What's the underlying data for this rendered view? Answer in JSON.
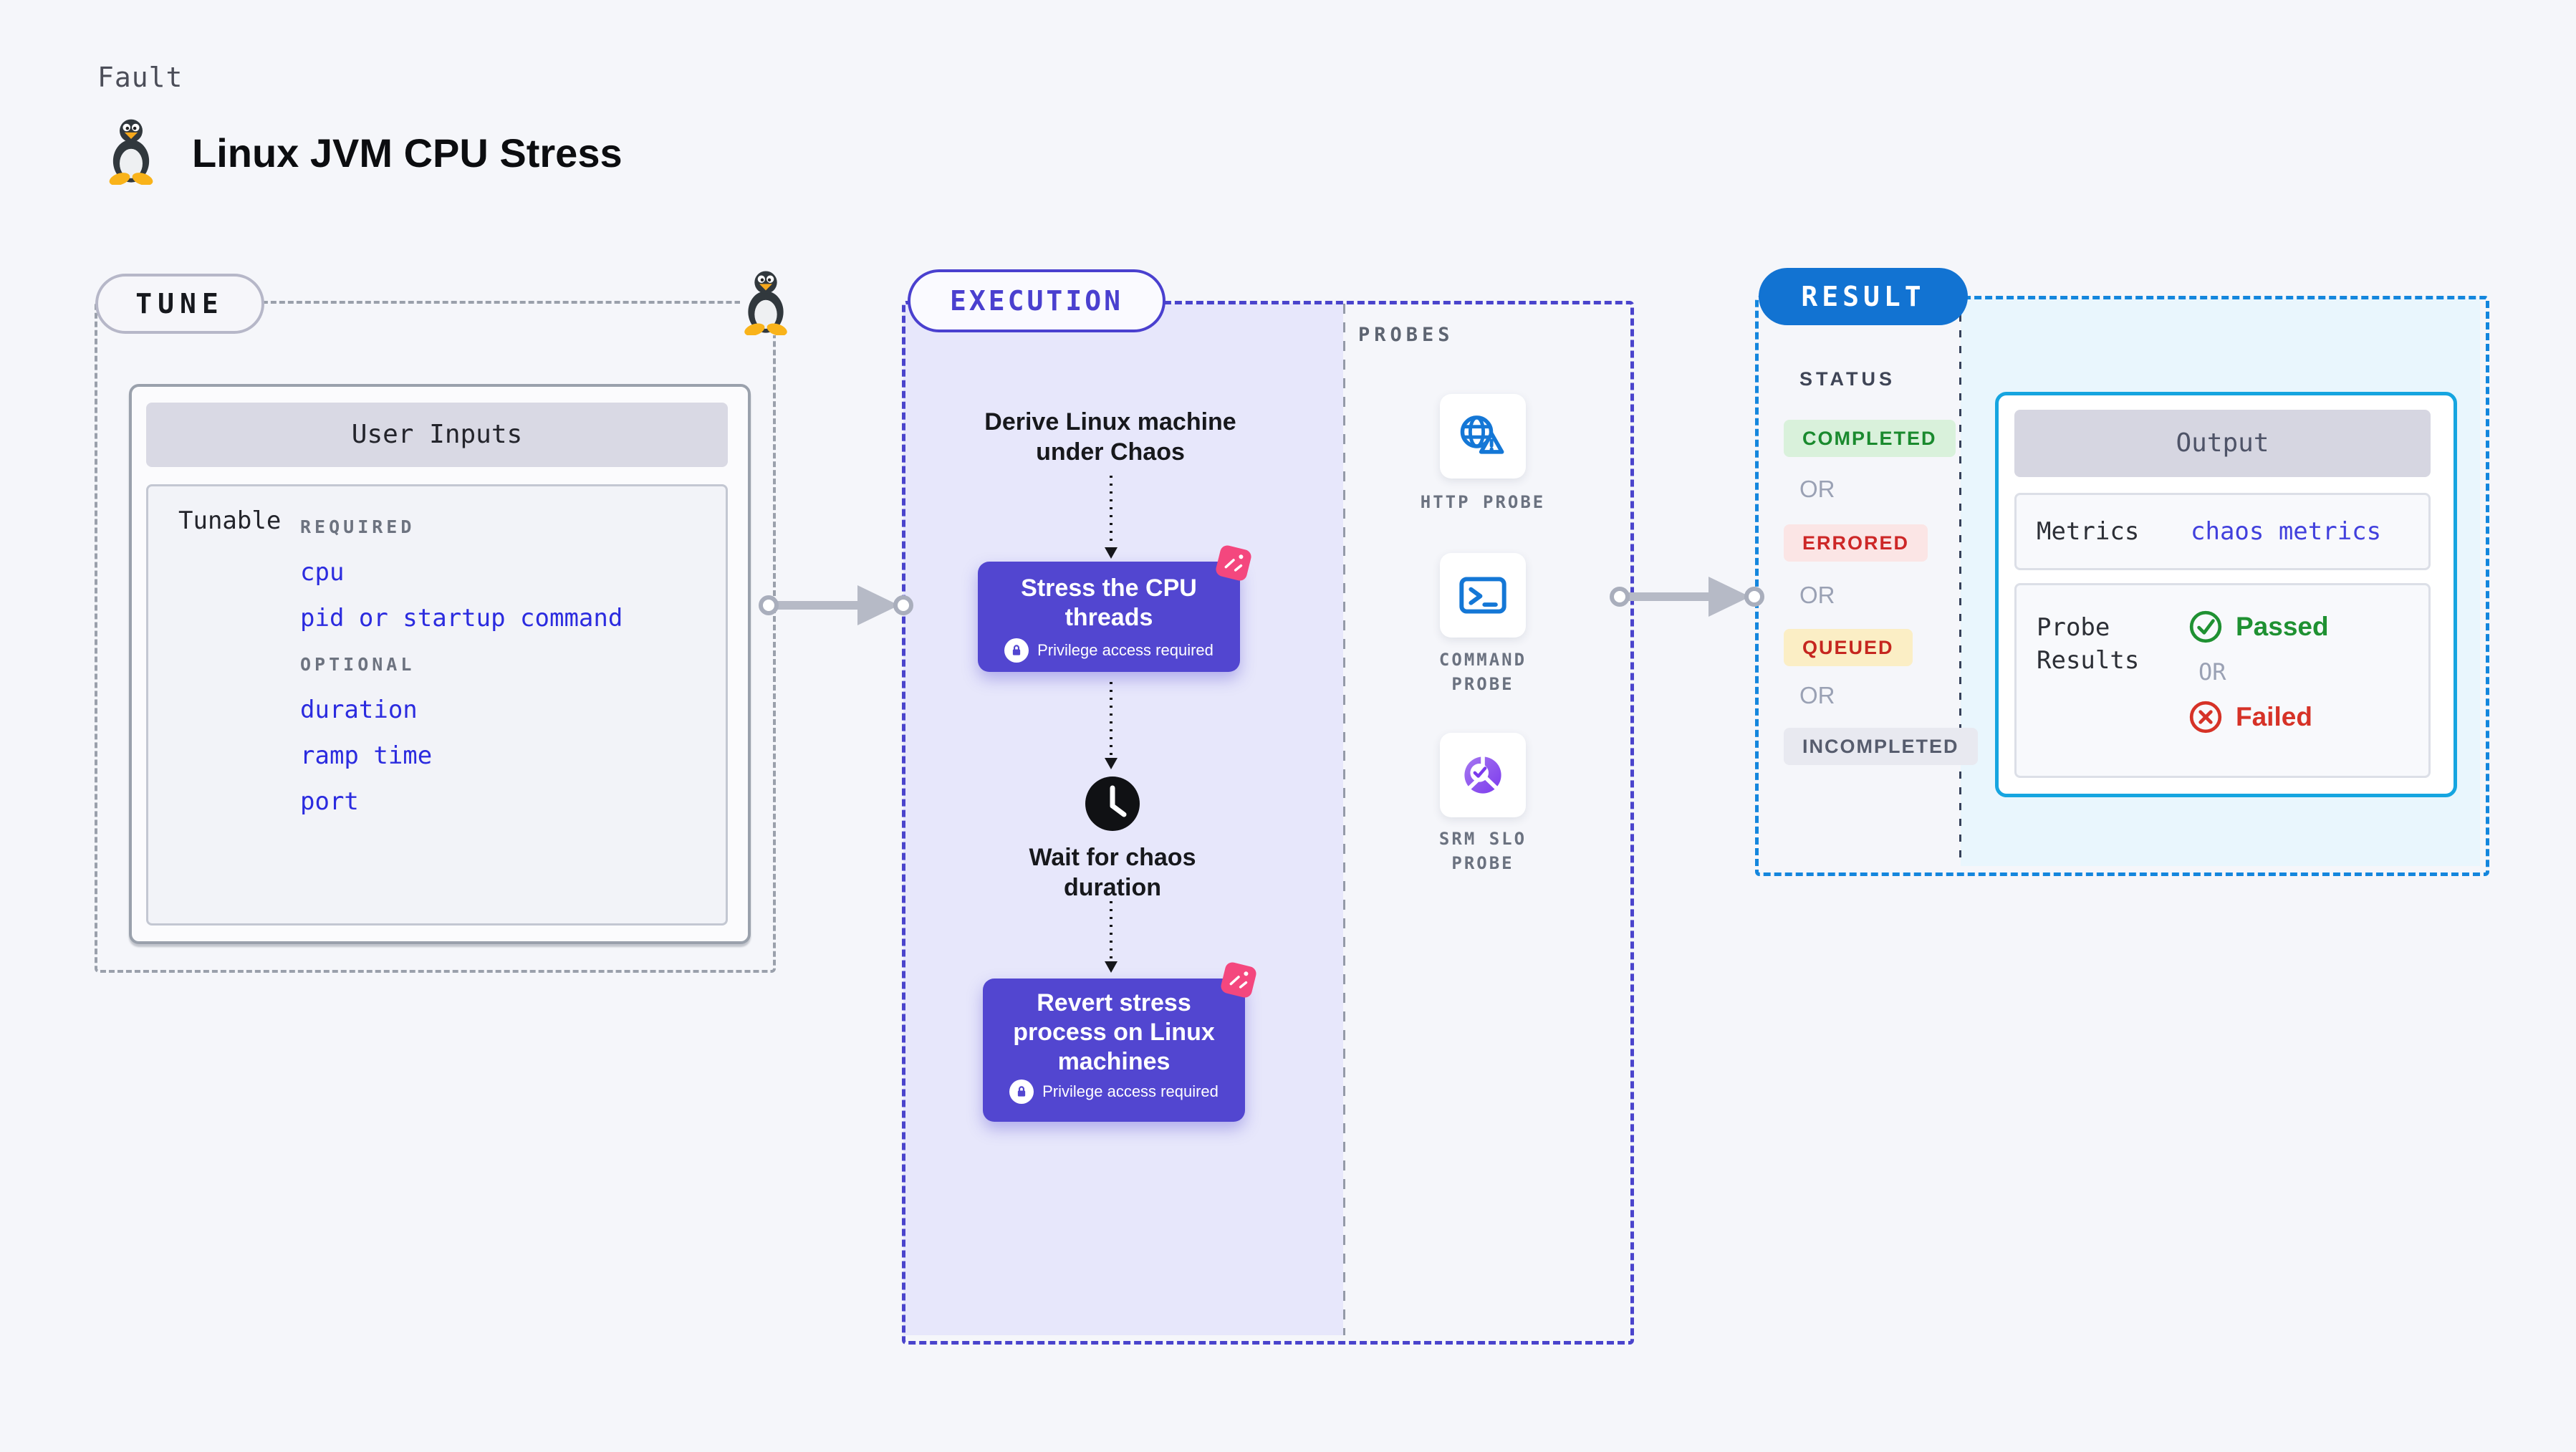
{
  "header": {
    "eyebrow": "Fault",
    "title": "Linux JVM CPU Stress"
  },
  "tune": {
    "badge": "TUNE",
    "card_title": "User Inputs",
    "row_label": "Tunable",
    "groups": [
      {
        "heading": "REQUIRED",
        "items": [
          "cpu",
          "pid or startup command"
        ]
      },
      {
        "heading": "OPTIONAL",
        "items": [
          "duration",
          "ramp time",
          "port"
        ]
      }
    ]
  },
  "execution": {
    "badge": "EXECUTION",
    "derive_step": "Derive Linux machine under Chaos",
    "stress_step": "Stress the CPU threads",
    "wait_step": "Wait for chaos duration",
    "revert_step": "Revert stress process on Linux machines",
    "privilege_note": "Privilege access required"
  },
  "probes": {
    "title": "PROBES",
    "items": [
      {
        "label": "HTTP PROBE",
        "icon": "globe-warning-icon"
      },
      {
        "label": "COMMAND PROBE",
        "icon": "terminal-icon"
      },
      {
        "label": "SRM SLO PROBE",
        "icon": "slo-donut-check-icon"
      }
    ]
  },
  "result": {
    "badge": "RESULT",
    "status_title": "STATUS",
    "or_label": "OR",
    "statuses": [
      {
        "label": "COMPLETED",
        "style": "color:#1a8a2e;background:#d9f1db"
      },
      {
        "label": "ERRORED",
        "style": "color:#cd2727;background:#fbe5e5"
      },
      {
        "label": "QUEUED",
        "style": "color:#c5261f;background:#fbeec5"
      },
      {
        "label": "INCOMPLETED",
        "style": "color:#565c6d;background:#e8e9f0"
      }
    ],
    "output": {
      "title": "Output",
      "metrics_label": "Metrics",
      "metrics_value": "chaos metrics",
      "probe_results_label": "Probe Results",
      "or_label": "OR",
      "passed_label": "Passed",
      "failed_label": "Failed"
    }
  },
  "colors": {
    "page_bg": "#f5f6fa",
    "lavender_bg": "#e7e7fb",
    "cyan_bg": "#e9f6fd",
    "indigo_accent": "#4a40cf",
    "step_purple": "#5246d0",
    "pink_accent": "#f4477e",
    "probe_blue": "#1477d6",
    "srm_purple": "#7c3aed",
    "result_blue": "#1273d2",
    "output_border": "#16a5e0",
    "link_blue": "#2b2bdf",
    "passed_green": "#1f9132",
    "failed_red": "#d63227"
  }
}
